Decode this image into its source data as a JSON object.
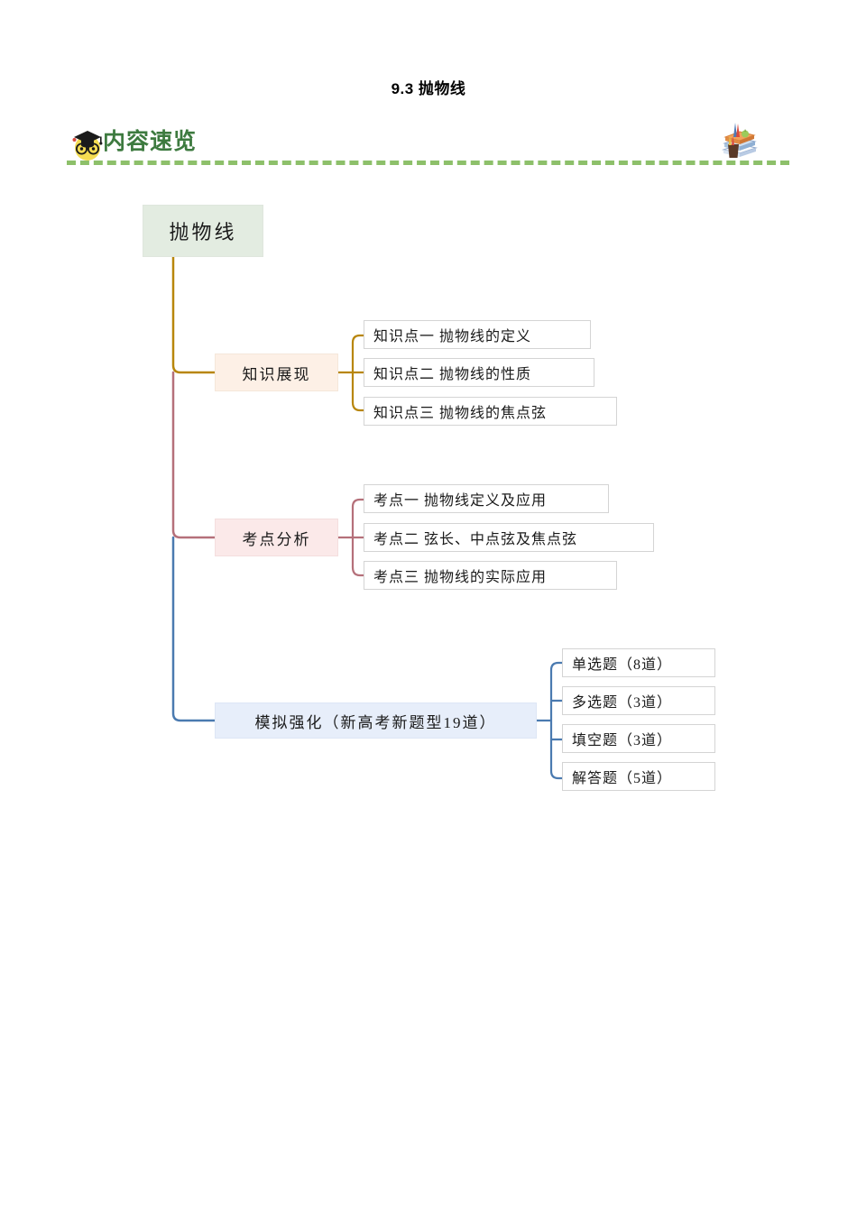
{
  "page": {
    "title": "9.3 抛物线"
  },
  "header": {
    "label": "内容速览",
    "owl_icon": "owl-graduate-icon",
    "books_icon": "books-stack-icon",
    "accent_color": "#3d7a3f",
    "rule_color": "#8dc06a"
  },
  "mindmap": {
    "root": {
      "label": "抛物线",
      "fill": "#e3ece1"
    },
    "branches": [
      {
        "label": "知识展现",
        "fill": "#fdf0e6",
        "line_color": "#b8860b",
        "children": [
          {
            "label": "知识点一  抛物线的定义"
          },
          {
            "label": "知识点二  抛物线的性质"
          },
          {
            "label": "知识点三  抛物线的焦点弦"
          }
        ]
      },
      {
        "label": "考点分析",
        "fill": "#fbe9e9",
        "line_color": "#b5707a",
        "children": [
          {
            "label": "考点一  抛物线定义及应用"
          },
          {
            "label": "考点二  弦长、中点弦及焦点弦"
          },
          {
            "label": "考点三  抛物线的实际应用"
          }
        ]
      },
      {
        "label": "模拟强化（新高考新题型19道）",
        "fill": "#e7eefa",
        "line_color": "#4a7ab0",
        "children": [
          {
            "label": "单选题（8道）"
          },
          {
            "label": "多选题（3道）"
          },
          {
            "label": "填空题（3道）"
          },
          {
            "label": "解答题（5道）"
          }
        ]
      }
    ]
  }
}
